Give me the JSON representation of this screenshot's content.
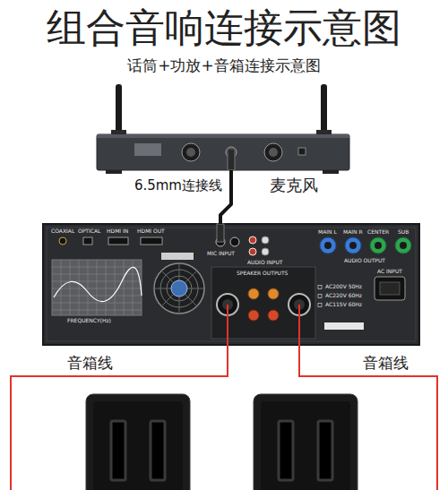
{
  "diagram": {
    "title": "组合音响连接示意图",
    "nodes": [
      {
        "text": [
          "麦克风"
        ]
      },
      {
        "text": [
          "COAXIAL",
          "OPTICAL",
          "HDMI IN",
          "HDMI OUT",
          "FREQUENCY(Hz)",
          "MIC INPUT",
          "AUDIO INPUT",
          "SPEAKER OUTPUTS",
          "MAIN L",
          "MAIN R",
          "CENTER",
          "SUB",
          "AUDIO OUTPUT",
          "AC INPUT",
          "AC200V 50Hz",
          "AC220V 60Hz",
          "AC115V 60Hz"
        ]
      }
    ],
    "edges": [
      {
        "from": 0,
        "to": 1,
        "label": "6.5mm连接线",
        "arrow": "none"
      }
    ],
    "labels": [
      "话筒+功放+音箱连接示意图",
      "音箱线",
      "音箱线"
    ]
  }
}
